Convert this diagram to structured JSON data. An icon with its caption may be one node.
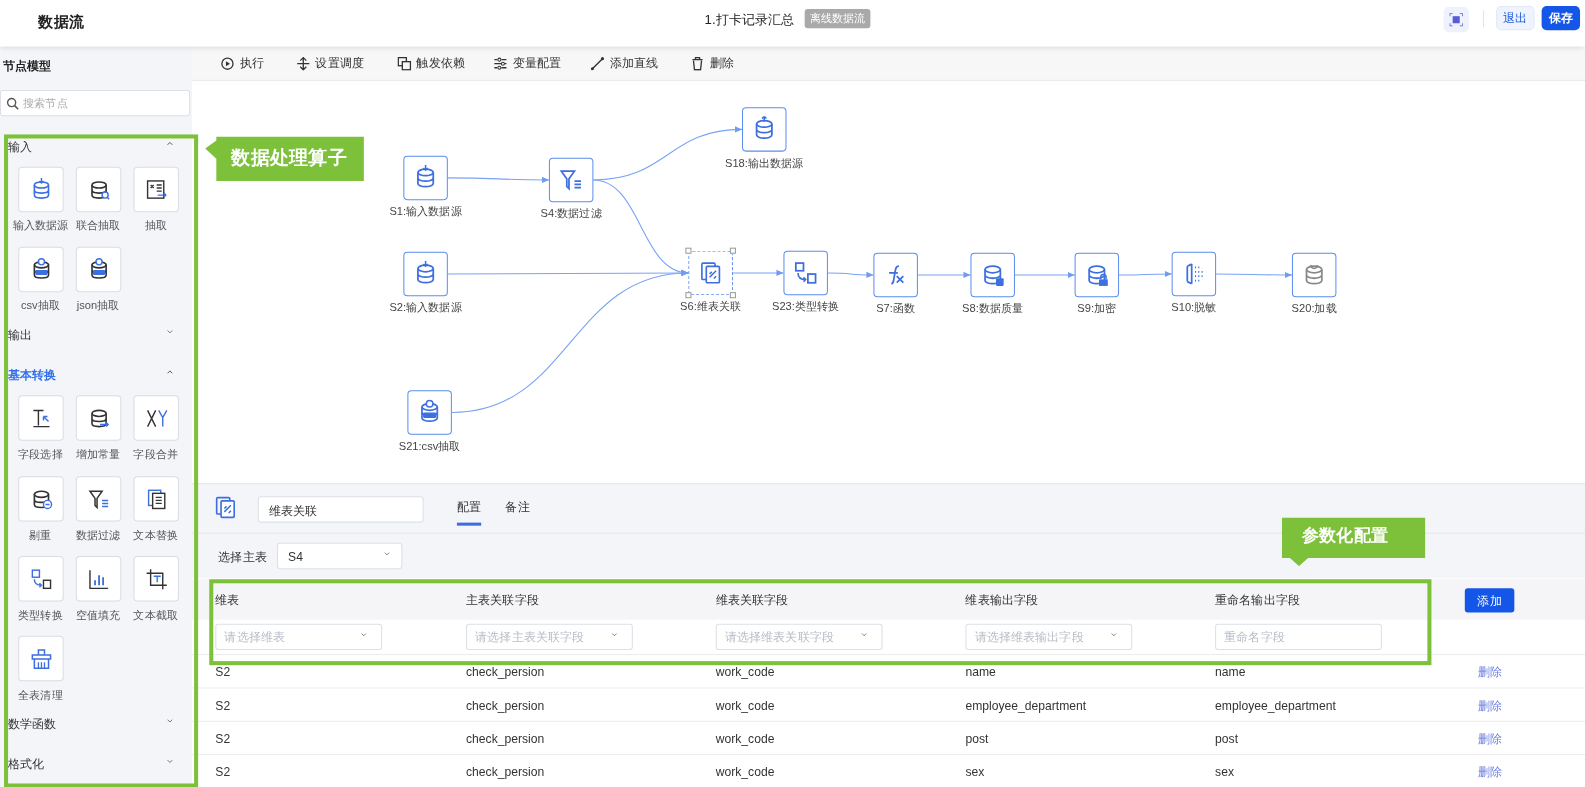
{
  "diagram": {
    "nodes": [
      {
        "text": [
          "S1:输入数据源"
        ]
      },
      {
        "text": [
          "S4:数据过滤"
        ]
      },
      {
        "text": [
          "S18:输出数据源"
        ]
      },
      {
        "text": [
          "S2:输入数据源"
        ]
      },
      {
        "text": [
          "S6:维表关联"
        ]
      },
      {
        "text": [
          "S23:类型转换"
        ]
      },
      {
        "text": [
          "S7:函数"
        ]
      },
      {
        "text": [
          "S8:数据质量"
        ]
      },
      {
        "text": [
          "S9:加密"
        ]
      },
      {
        "text": [
          "S10:脱敏"
        ]
      },
      {
        "text": [
          "S20:加载"
        ]
      },
      {
        "text": [
          "S21:csv抽取"
        ]
      },
      {
        "text": [
          "数据处理算子"
        ]
      },
      {
        "text": [
          "参数化配置"
        ]
      }
    ],
    "edges": [
      {
        "from": 0,
        "to": 1,
        "arrow": "to"
      },
      {
        "from": 1,
        "to": 2,
        "arrow": "to"
      },
      {
        "from": 1,
        "to": 4,
        "arrow": "to"
      },
      {
        "from": 3,
        "to": 4,
        "arrow": "to"
      },
      {
        "from": 11,
        "to": 4,
        "arrow": "to"
      },
      {
        "from": 4,
        "to": 5,
        "arrow": "to"
      },
      {
        "from": 5,
        "to": 6,
        "arrow": "to"
      },
      {
        "from": 6,
        "to": 7,
        "arrow": "to"
      },
      {
        "from": 7,
        "to": 8,
        "arrow": "to"
      },
      {
        "from": 8,
        "to": 9,
        "arrow": "to"
      },
      {
        "from": 9,
        "to": 10,
        "arrow": "to"
      }
    ],
    "labels": [
      "数据流",
      "1.打卡记录汇总",
      "离线数据流",
      "退出",
      "保存",
      "节点模型",
      "搜索节点",
      "输入",
      "输入数据源",
      "联合抽取",
      "抽取",
      "csv抽取",
      "json抽取",
      "输出",
      "基本转换",
      "字段选择",
      "增加常量",
      "字段合并",
      "剔重",
      "数据过滤",
      "文本替换",
      "类型转换",
      "空值填充",
      "文本截取",
      "全表清理",
      "数学函数",
      "格式化",
      "执行",
      "设置调度",
      "触发依赖",
      "变量配置",
      "添加直线",
      "删除",
      "维表关联",
      "配置",
      "备注",
      "选择主表",
      "S4",
      "维表",
      "主表关联字段",
      "维表关联字段",
      "维表输出字段",
      "重命名输出字段",
      "添加",
      "请选择维表",
      "请选择主表关联字段",
      "请选择维表关联字段",
      "请选择维表输出字段",
      "重命名字段",
      "S2",
      "check_persion",
      "work_code",
      "name",
      "name",
      "删除",
      "S2",
      "check_persion",
      "work_code",
      "employee_department",
      "employee_department",
      "删除",
      "S2",
      "check_persion",
      "work_code",
      "post",
      "post",
      "删除",
      "S2",
      "check_persion",
      "work_code",
      "sex",
      "sex",
      "删除"
    ]
  }
}
